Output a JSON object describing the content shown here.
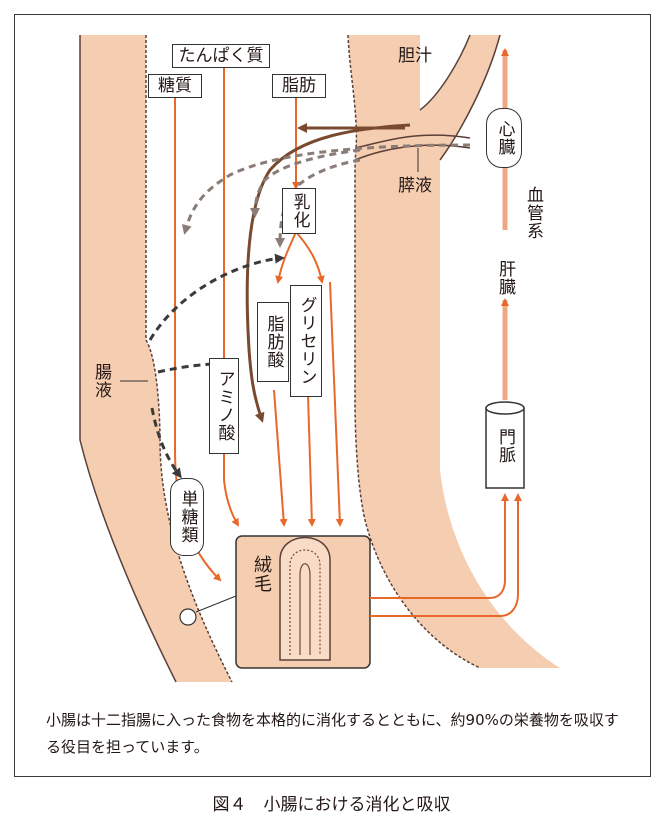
{
  "labels": {
    "protein": "たんぱく質",
    "sugar": "糖質",
    "fat": "脂肪",
    "bile": "胆汁",
    "pancreatic_juice": "膵液",
    "emulsification": "乳化",
    "intestinal_juice": "腸液",
    "amino_acid": "アミノ酸",
    "fatty_acid": "脂肪酸",
    "glycerin": "グリセリン",
    "monosaccharide": "単糖類",
    "villus": "絨毛",
    "portal_vein": "門脈",
    "liver": "肝臓",
    "vascular_system": "血管系",
    "heart": "心臓"
  },
  "caption_text": "小腸は十二指腸に入った食物を本格的に消化するとともに、約90%の栄養物を吸収する役目を担っています。",
  "figure_caption": "図４　小腸における消化と吸収",
  "colors": {
    "intestine_wall": "#f5cdb0",
    "wall_outline": "#5a4038",
    "nutrient_arrow": "#e8682a",
    "enzyme_arrow": "#8a7d77",
    "juice_arrow": "#4a4a4a",
    "vessel_pale": "#f0a884"
  }
}
